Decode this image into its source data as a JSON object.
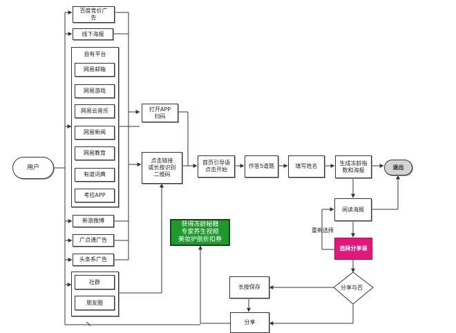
{
  "user": "用户",
  "sources": {
    "baidu_ad": "百度竞价广\n告",
    "offline_poster": "线下海报",
    "own_platform": {
      "title": "自有平台",
      "items": [
        "网易邮箱",
        "网易游戏",
        "网易云音乐",
        "网易新闻",
        "网易教育",
        "有道词典",
        "考拉APP"
      ]
    },
    "weibo": "新浪微博",
    "guangdiantong": "广点通广告",
    "toutiao": "头条系广告",
    "social": {
      "items": [
        "社群",
        "朋友圈"
      ]
    }
  },
  "open_app": "打开APP\n扫码",
  "click_link": "点击链接\n或长按识别\n二维码",
  "home_guide": "首页引导语\n点击开始",
  "answer": "作答5道题",
  "fill_name": "填写姓名",
  "generate": "生成冻龄指\n数和海报",
  "exit": "退出",
  "read_poster": "阅读海报",
  "reselect": "重新选择",
  "choose_share": "选择分享语",
  "share_or_not": "分享与否",
  "long_press_save": "长按保存",
  "share": "分享",
  "rewards": "获得冻龄秘籍\n专家养生视频\n美妆护肤折扣券",
  "colors": {
    "green": "#1e9a2c",
    "pink": "#e5177d",
    "terminal": "#d4d4d4"
  }
}
